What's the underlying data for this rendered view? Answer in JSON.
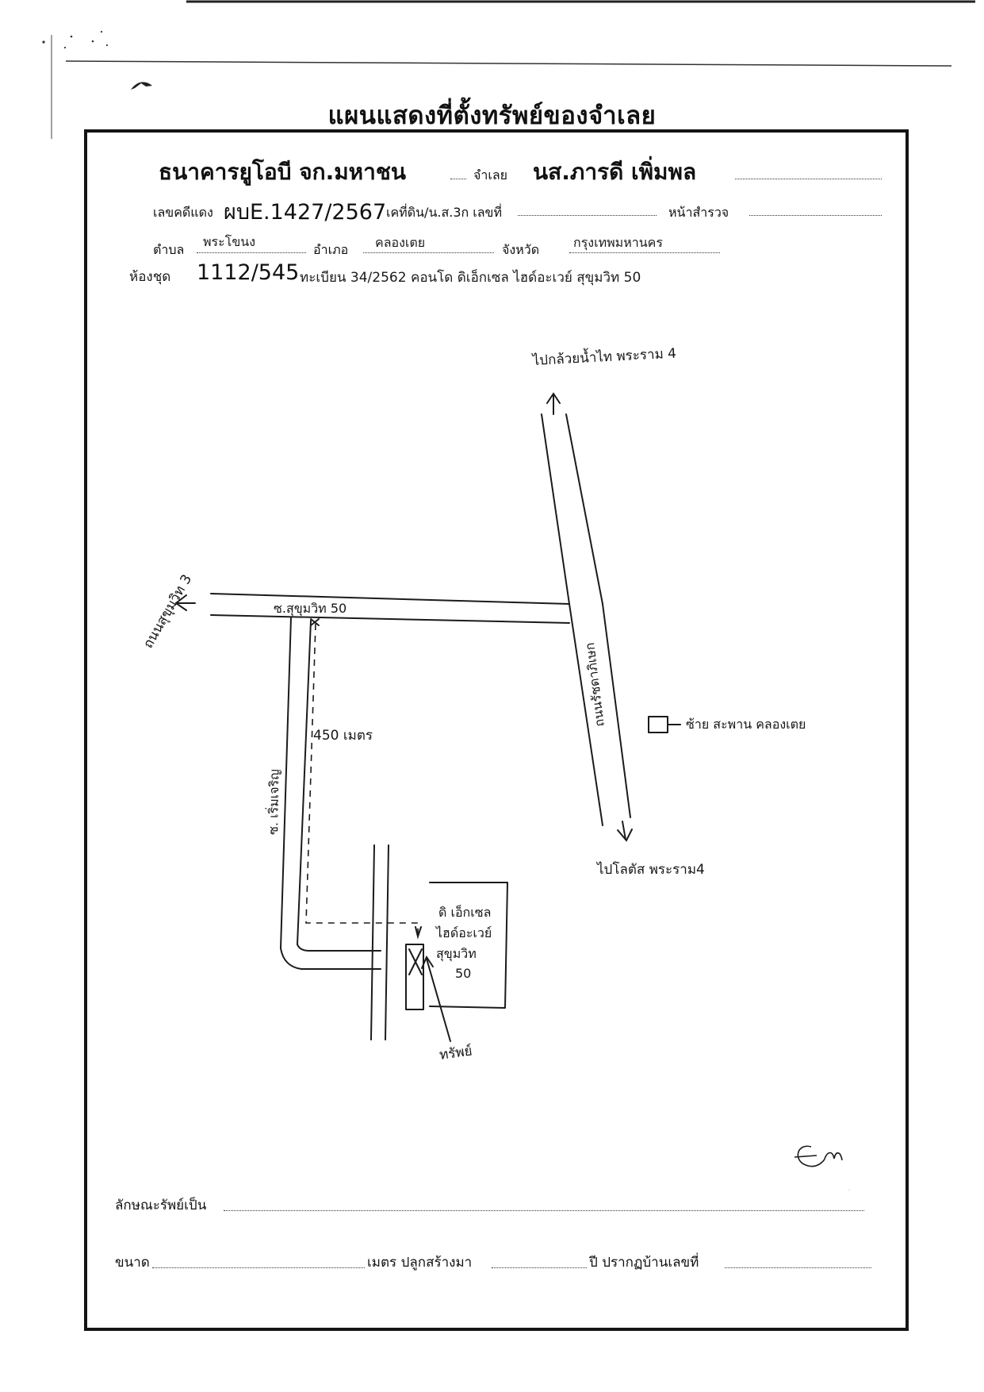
{
  "document": {
    "title": "แผนแสดงที่ตั้งทรัพย์ของจำเลย"
  },
  "header": {
    "plaintiff": "ธนาคารยูโอบี จก.มหาชน",
    "defendant_label": "จำเลย",
    "defendant_name": "นส.ภารดี เพิ่มพล",
    "case_label": "เลขคดีแดง",
    "case_number": "ผบE.1427/2567",
    "deed_label": "เคที่ดิน/น.ส.3ก เลขที่",
    "survey_label": "หน้าสำรวจ",
    "subdistrict_label": "ตำบล",
    "subdistrict_value": "พระโขนง",
    "district_label": "อำเภอ",
    "district_value": "คลองเตย",
    "province_label": "จังหวัด",
    "province_value": "กรุงเทพมหานคร",
    "unit_label": "ห้องชุด",
    "unit_number": "1112/545",
    "unit_details": "ทะเบียน 34/2562 คอนโด ดิเอ็กเซล ไฮด์อะเวย์ สุขุมวิท 50"
  },
  "map": {
    "north_label": "ไปกล้วยน้ำไท พระราม 4",
    "south_label": "ไปโลตัส พระราม4",
    "west_label": "ถนนสุขุมวิท 3",
    "soi50_label": "ซ.สุขุมวิท 50",
    "main_road_label": "ถนนรัชดาภิเษก",
    "left_soi_label": "ซ. เริ่มเจริญ",
    "distance_label": "450 เมตร",
    "landmark_label": "ซ้าย สะพาน คลองเตย",
    "condo_label_1": "ดิ เอ็กเซล",
    "condo_label_2": "ไฮด์อะเวย์",
    "condo_label_3": "สุขุมวิท",
    "condo_label_4": "50",
    "property_label": "ทรัพย์",
    "signature": "Em"
  },
  "footer": {
    "nature_label": "ลักษณะรัพย์เป็น",
    "size_label": "ขนาด",
    "built_label": "เมตร ปลูกสร้างมา",
    "year_label": "ปี ปรากฏบ้านเลขที่"
  }
}
